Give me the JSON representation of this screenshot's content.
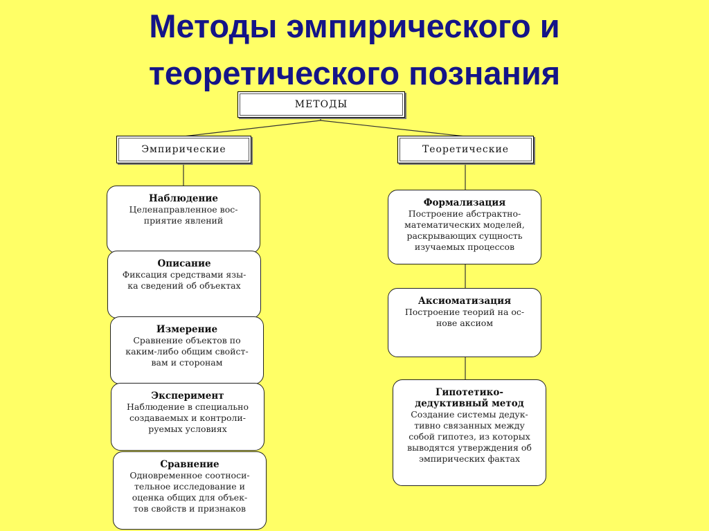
{
  "title": {
    "line1": "Методы эмпирического и",
    "line2": "теоретического познания"
  },
  "root": {
    "label": "МЕТОДЫ"
  },
  "empirical": {
    "label": "Эмпирические",
    "methods": [
      {
        "title": "Наблюдение",
        "desc": "Целенаправленное вос-\nприятие явлений"
      },
      {
        "title": "Описание",
        "desc": "Фиксация средствами язы-\nка сведений об объектах"
      },
      {
        "title": "Измерение",
        "desc": "Сравнение объектов по\nкаким-либо общим свойст-\nвам и сторонам"
      },
      {
        "title": "Эксперимент",
        "desc": "Наблюдение в специально\nсоздаваемых и контроли-\nруемых условиях"
      },
      {
        "title": "Сравнение",
        "desc": "Одновременное соотноси-\nтельное исследование и\nоценка общих для объек-\nтов свойств и признаков"
      }
    ]
  },
  "theoretical": {
    "label": "Теоретические",
    "methods": [
      {
        "title": "Формализация",
        "desc": "Построение абстрактно-\nматематических моделей,\nраскрывающих сущность\nизучаемых процессов"
      },
      {
        "title": "Аксиоматизация",
        "desc": "Построение теорий на ос-\nнове аксиом"
      },
      {
        "title": "Гипотетико-\nдедуктивный метод",
        "desc": "Создание системы дедук-\nтивно связанных между\nсобой гипотез, из которых\nвыводятся утверждения об\nэмпирических фактах"
      }
    ]
  }
}
